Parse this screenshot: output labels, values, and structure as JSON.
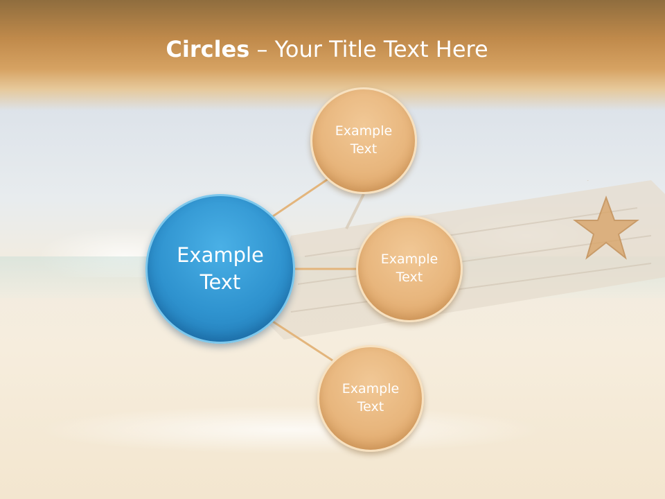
{
  "slide": {
    "title_bold": "Circles",
    "title_rest": " – Your Title Text Here"
  },
  "center_circle": {
    "label": "Example\nText",
    "color": "#2f93cf"
  },
  "satellites": [
    {
      "label": "Example\nText"
    },
    {
      "label": "Example\nText"
    },
    {
      "label": "Example\nText"
    }
  ],
  "colors": {
    "satellite_fill": "#e8b67d",
    "connector": "#e3b57c",
    "header": "#c08a4b"
  },
  "background": {
    "decorations": [
      "starfish-icon",
      "driftwood-sign",
      "rope-icon"
    ]
  }
}
